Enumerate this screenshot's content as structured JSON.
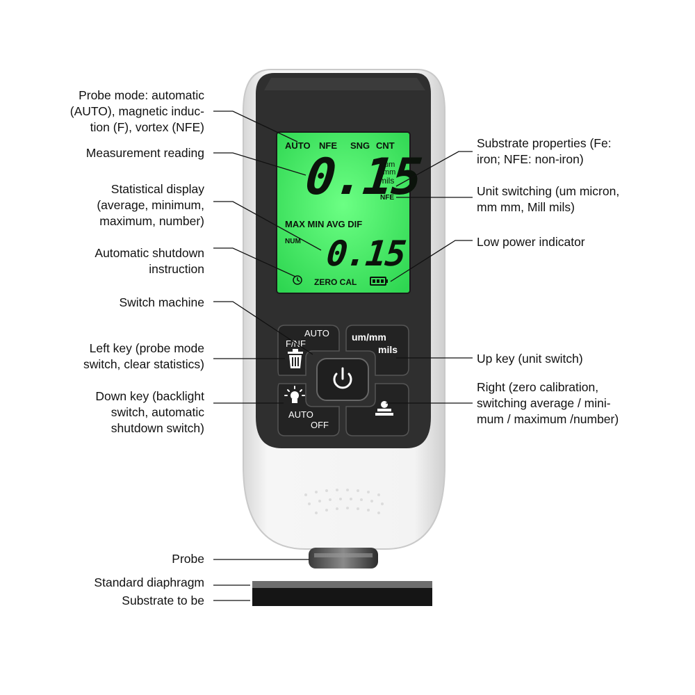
{
  "labels": {
    "probe_mode": "Probe mode: automatic\n(AUTO), magnetic induc-\ntion (F), vortex (NFE)",
    "measurement_reading": "Measurement reading",
    "statistical_display": "Statistical display\n(average, minimum,\nmaximum, number)",
    "auto_shutdown": "Automatic shutdown\ninstruction",
    "switch_machine": "Switch machine",
    "left_key": "Left key (probe mode\nswitch, clear statistics)",
    "down_key": "Down key (backlight\nswitch, automatic\nshutdown switch)",
    "probe": "Probe",
    "standard_diaphragm": "Standard diaphragm",
    "substrate": "Substrate to be",
    "substrate_properties": "Substrate properties (Fe:\niron; NFE: non-iron)",
    "unit_switching": "Unit switching (um micron,\nmm mm, Mill mils)",
    "low_power": "Low power indicator",
    "up_key": "Up key (unit switch)",
    "right_key": "Right (zero calibration,\nswitching average / mini-\nmum / maximum /number)"
  },
  "lcd": {
    "mode_auto": "AUTO",
    "mode_nfe": "NFE",
    "mode_sng": "SNG",
    "mode_cnt": "CNT",
    "main_reading": "0.15",
    "unit_um": "um",
    "unit_mm": "mm",
    "unit_mils": "mils",
    "substrate": "NFE",
    "stats": "MAX MIN AVG DIF",
    "num": "NUM",
    "secondary_reading": "0.15",
    "zero_cal": "ZERO CAL"
  },
  "keys": {
    "left_auto": "AUTO",
    "left_fnf": "F/NF",
    "up_line1": "um/mm",
    "up_line2": "mils",
    "down_auto": "AUTO",
    "down_off": "OFF"
  },
  "colors": {
    "lcd_backlight": "#3df062",
    "device_body": "#f2f2f2",
    "front_panel": "#2f2f2f",
    "key": "#232323"
  },
  "icons": [
    "power-icon",
    "trash-icon",
    "backlight-icon",
    "zero-cal-icon",
    "clock-icon",
    "battery-icon"
  ]
}
